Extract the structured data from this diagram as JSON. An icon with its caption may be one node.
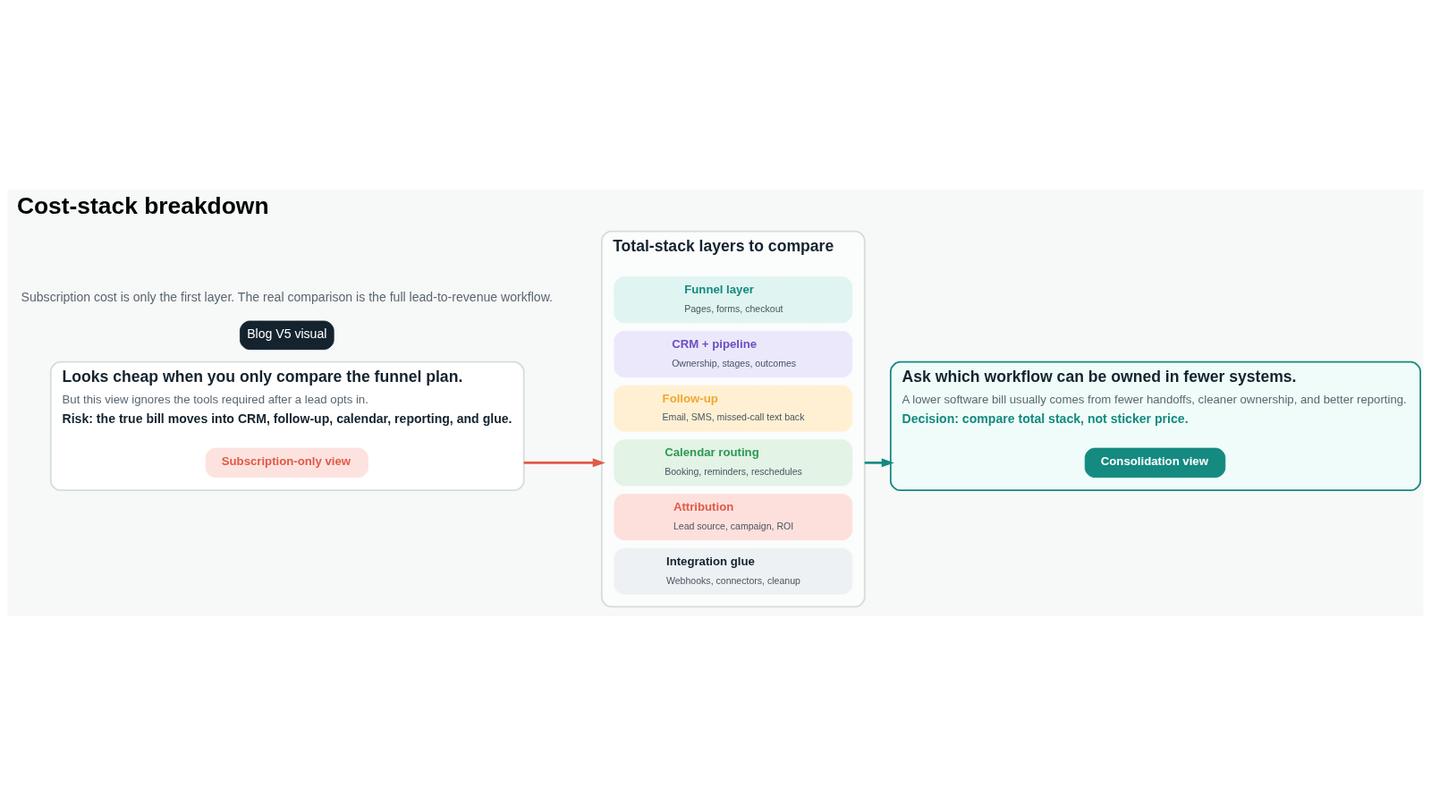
{
  "diagram": {
    "title": "Cost-stack breakdown",
    "nodes": [
      {
        "text": [
          "Looks cheap when you only compare the funnel plan.",
          "But this view ignores the tools required after a lead opts in.",
          "Risk: the true bill moves into CRM, follow-up, calendar, reporting, and glue."
        ]
      },
      {
        "text": [
          "Subscription-only view"
        ],
        "in": 0
      },
      {
        "text": [
          "Total-stack layers to compare"
        ]
      },
      {
        "text": [
          "Funnel layer",
          "Pages, forms, checkout"
        ],
        "in": 2
      },
      {
        "text": [
          "CRM + pipeline",
          "Ownership, stages, outcomes"
        ],
        "in": 2
      },
      {
        "text": [
          "Follow-up",
          "Email, SMS, missed-call text back"
        ],
        "in": 2
      },
      {
        "text": [
          "Calendar routing",
          "Booking, reminders, reschedules"
        ],
        "in": 2
      },
      {
        "text": [
          "Attribution",
          "Lead source, campaign, ROI"
        ],
        "in": 2
      },
      {
        "text": [
          "Integration glue",
          "Webhooks, connectors, cleanup"
        ],
        "in": 2
      },
      {
        "text": [
          "Ask which workflow can be owned in fewer systems.",
          "A lower software bill usually comes from fewer handoffs, cleaner ownership, and better reporting.",
          "Decision: compare total stack, not sticker price."
        ]
      },
      {
        "text": [
          "Consolidation view"
        ],
        "in": 9
      }
    ],
    "edges": [
      {
        "from": 0,
        "to": 2,
        "arrow": "to",
        "color": "#e05a47"
      },
      {
        "from": 2,
        "to": 9,
        "arrow": "to",
        "color": "#148a80"
      }
    ],
    "labels": [
      "Blog V5 visual",
      "Subscription cost is only the first layer. The real comparison is the full lead-to-revenue workflow."
    ]
  }
}
